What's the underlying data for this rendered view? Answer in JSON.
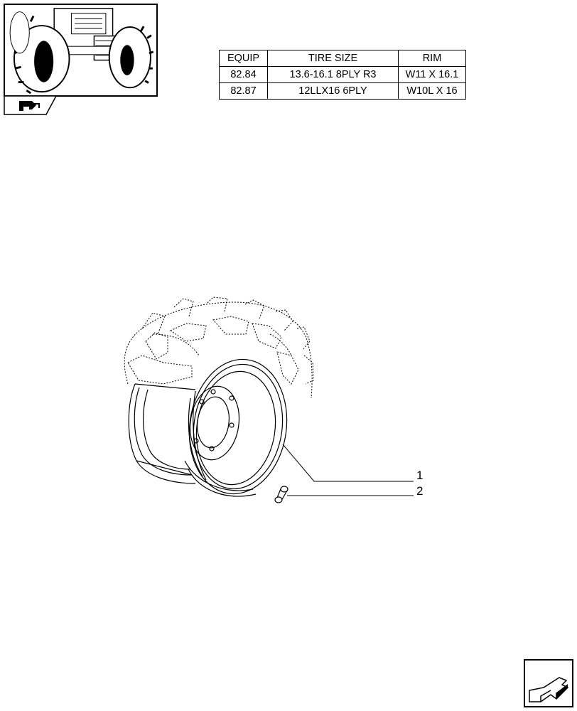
{
  "thumbnail": {
    "icon": "tractor-front-view-icon",
    "tab_icon": "section-nav-icon"
  },
  "table": {
    "headers": [
      "EQUIP",
      "TIRE SIZE",
      "RIM"
    ],
    "rows": [
      [
        "82.84",
        "13.6-16.1 8PLY R3",
        "W11 X 16.1"
      ],
      [
        "82.87",
        "12LLX16 6PLY",
        "W10L X 16"
      ]
    ]
  },
  "callouts": [
    "1",
    "2"
  ],
  "drawing": {
    "parts": [
      "wheel-rim",
      "tyre-outline",
      "valve-stem"
    ]
  },
  "navigation": {
    "icon": "next-page-arrow-icon"
  }
}
